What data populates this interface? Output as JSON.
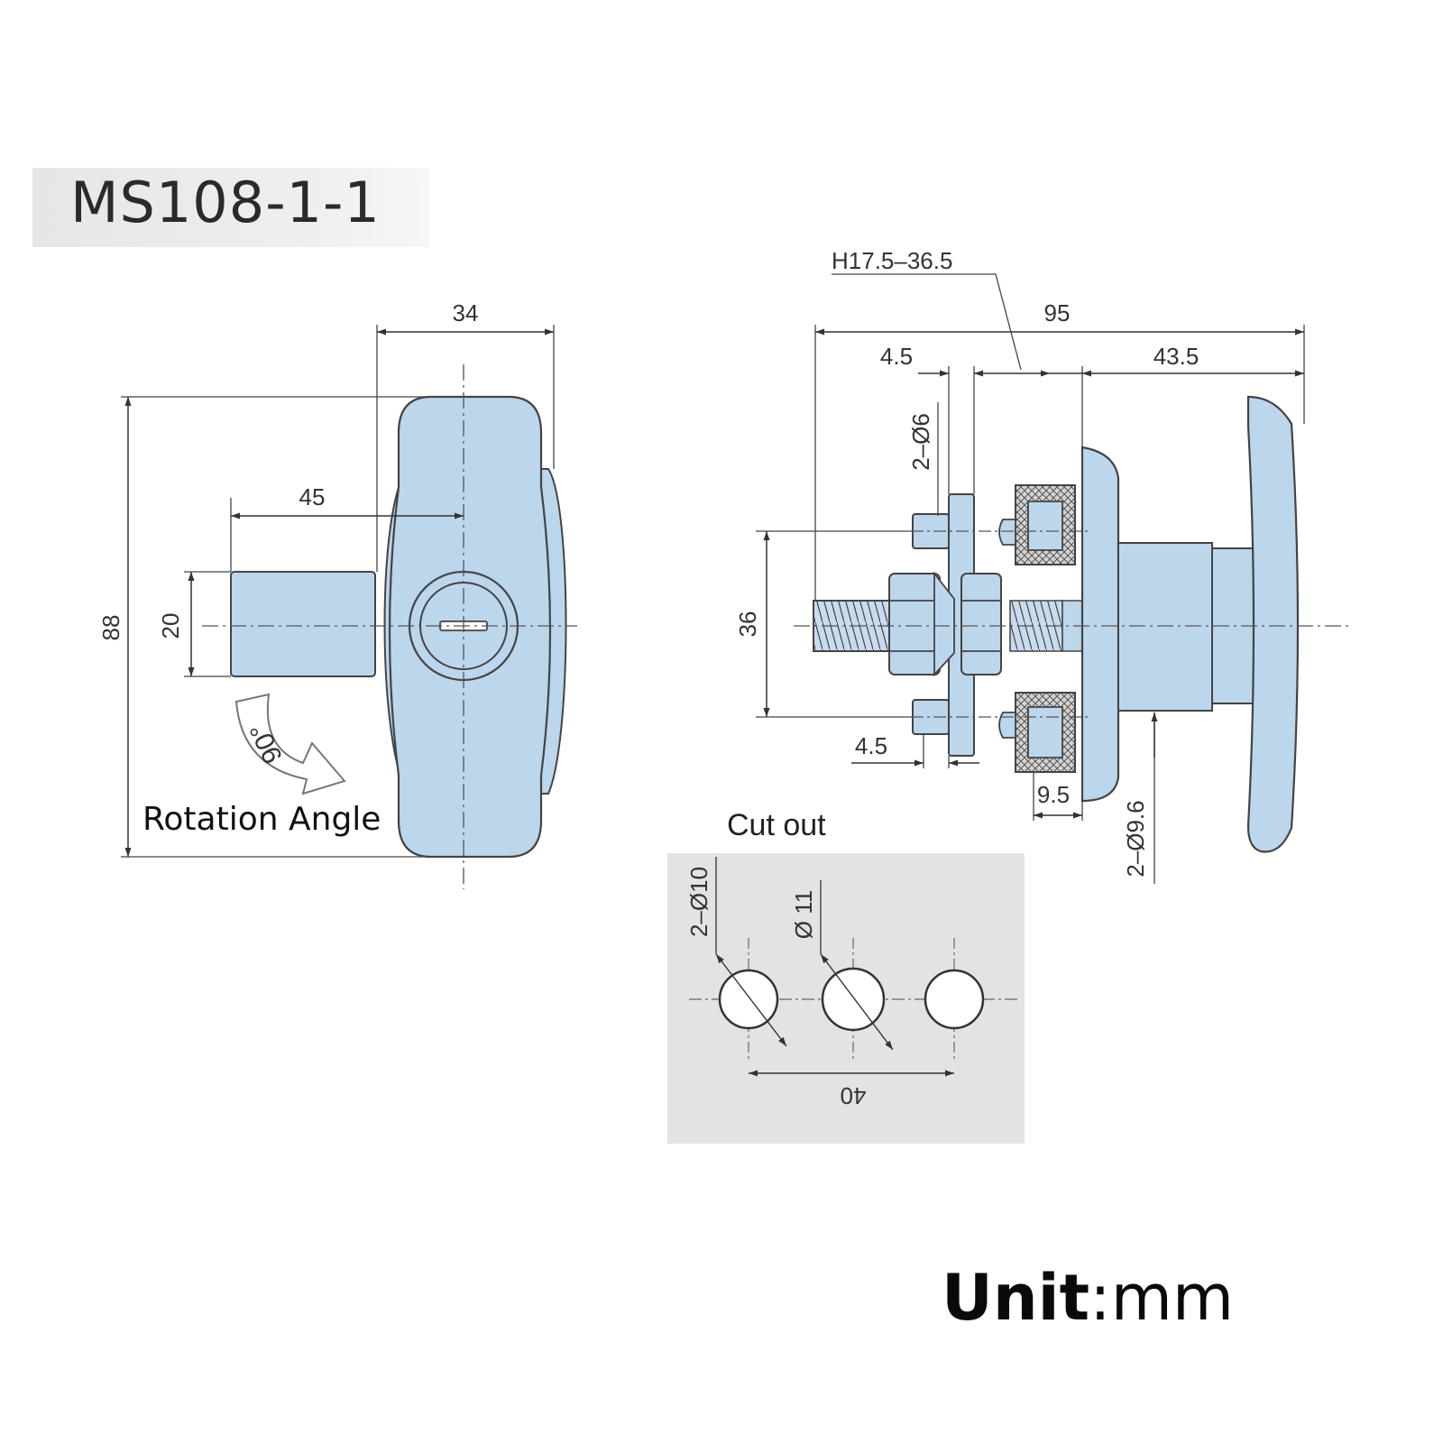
{
  "model": "MS108-1-1",
  "unit": {
    "bold": "Unit",
    "rest": ":mm"
  },
  "colors": {
    "part_fill": "#bcd6ec",
    "line": "#444444",
    "cutout_bg": "#e3e3e3",
    "knurl": "#d2d2d2"
  },
  "front_view": {
    "dim_34": "34",
    "dim_45": "45",
    "dim_88": "88",
    "dim_20": "20",
    "rotation_angle": "90°",
    "rotation_label": "Rotation Angle"
  },
  "side_view": {
    "dim_h": "H17.5–36.5",
    "dim_95": "95",
    "dim_4_5_top": "4.5",
    "dim_43_5": "43.5",
    "dim_2_d6": "2–Ø6",
    "dim_36": "36",
    "dim_4_5_bottom": "4.5",
    "dim_9_5": "9.5",
    "dim_2_d9_6": "2–Ø9.6"
  },
  "cutout": {
    "label": "Cut out",
    "dim_2_d10": "2–Ø10",
    "dim_d11": "Ø 11",
    "dim_40": "40"
  }
}
